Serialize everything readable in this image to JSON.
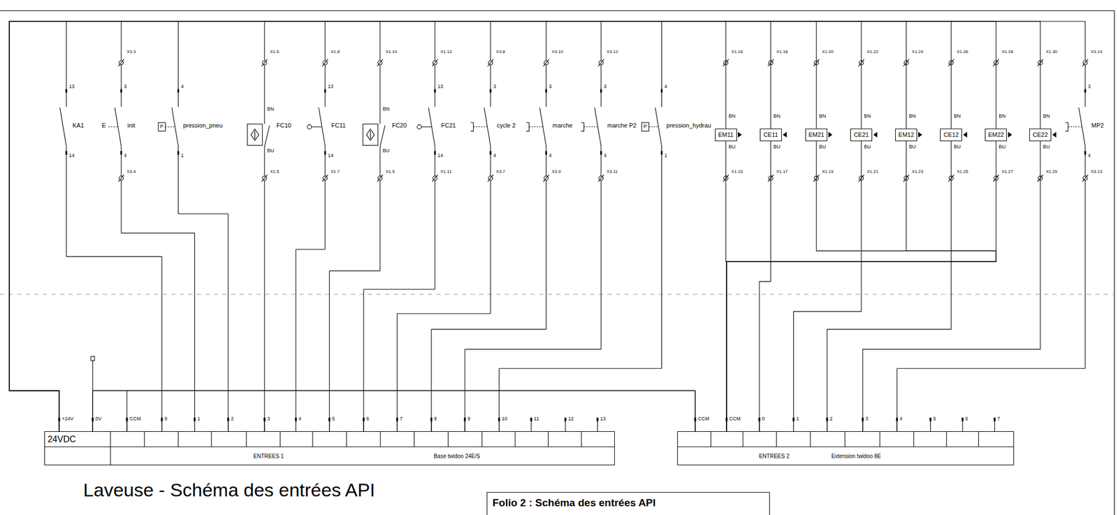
{
  "diagram": {
    "title": "Laveuse - Schéma des entrées API",
    "caption": "Folio 2 : Schéma des entrées API",
    "nodes": [
      {
        "text": [
          "EM11"
        ]
      },
      {
        "text": [
          "CE11"
        ]
      },
      {
        "text": [
          "EM21"
        ]
      },
      {
        "text": [
          "CE21"
        ]
      },
      {
        "text": [
          "EM12"
        ]
      },
      {
        "text": [
          "CE12"
        ]
      },
      {
        "text": [
          "EM22"
        ]
      },
      {
        "text": [
          "CE22"
        ]
      },
      {
        "text": [
          "24VDC",
          "ENTREES 1",
          "Base twidoo 24E/S"
        ]
      },
      {
        "text": [
          "ENTREES 2",
          "Extension twidoo 8E"
        ]
      }
    ],
    "edges": [
      {
        "from": 0,
        "to": 8,
        "arrow": "none"
      },
      {
        "from": 0,
        "to": 9,
        "arrow": "none"
      },
      {
        "from": 1,
        "to": 8,
        "arrow": "none"
      },
      {
        "from": 1,
        "to": 9,
        "arrow": "none"
      },
      {
        "from": 2,
        "to": 8,
        "arrow": "none"
      },
      {
        "from": 2,
        "to": 9,
        "arrow": "none"
      },
      {
        "from": 3,
        "to": 8,
        "arrow": "none"
      },
      {
        "from": 3,
        "to": 9,
        "arrow": "none"
      },
      {
        "from": 4,
        "to": 8,
        "arrow": "none"
      },
      {
        "from": 4,
        "to": 9,
        "arrow": "none"
      },
      {
        "from": 5,
        "to": 8,
        "arrow": "none"
      },
      {
        "from": 5,
        "to": 9,
        "arrow": "none"
      },
      {
        "from": 6,
        "to": 8,
        "arrow": "none"
      },
      {
        "from": 6,
        "to": 9,
        "arrow": "none"
      },
      {
        "from": 7,
        "to": 8,
        "arrow": "none"
      },
      {
        "from": 7,
        "to": 9,
        "arrow": "none"
      },
      {
        "from": 8,
        "to": 9,
        "arrow": "none"
      }
    ],
    "labels": [
      "13",
      "KA1",
      "14",
      "X3.3",
      "3",
      "E",
      "init",
      "4",
      "X3.4",
      "4",
      "P",
      "pression_pneu",
      "1",
      "X1.6",
      "BN",
      "FC10",
      "BU",
      "X1.5",
      "X1.8",
      "13",
      "FC11",
      "14",
      "X1.7",
      "X1.10",
      "BN",
      "FC20",
      "BU",
      "X1.9",
      "X1.12",
      "13",
      "FC21",
      "14",
      "X1.11",
      "X3.8",
      "3",
      "cycle 2",
      "4",
      "X3.7",
      "X3.10",
      "3",
      "marche",
      "4",
      "X3.9",
      "X3.12",
      "3",
      "marche P2",
      "4",
      "X3.11",
      "4",
      "P",
      "pression_hydrau",
      "1",
      "X1.16",
      "BN",
      "BU",
      "X1.15",
      "X1.18",
      "BN",
      "BU",
      "X1.17",
      "X1.20",
      "BN",
      "BU",
      "X1.19",
      "X1.22",
      "BN",
      "BU",
      "X1.21",
      "X1.24",
      "BN",
      "BU",
      "X1.23",
      "X1.26",
      "BN",
      "BU",
      "X1.25",
      "X1.28",
      "BN",
      "BU",
      "X1.27",
      "X1.30",
      "BN",
      "BU",
      "X1.29",
      "X3.14",
      "3",
      "MP2",
      "4",
      "X3.13",
      "+24V",
      "0V",
      "CCM",
      "0",
      "1",
      "2",
      "3",
      "4",
      "5",
      "6",
      "7",
      "8",
      "9",
      "10",
      "11",
      "12",
      "13",
      "CCM",
      "CCM",
      "0",
      "1",
      "2",
      "3",
      "4",
      "5",
      "6",
      "7"
    ]
  }
}
